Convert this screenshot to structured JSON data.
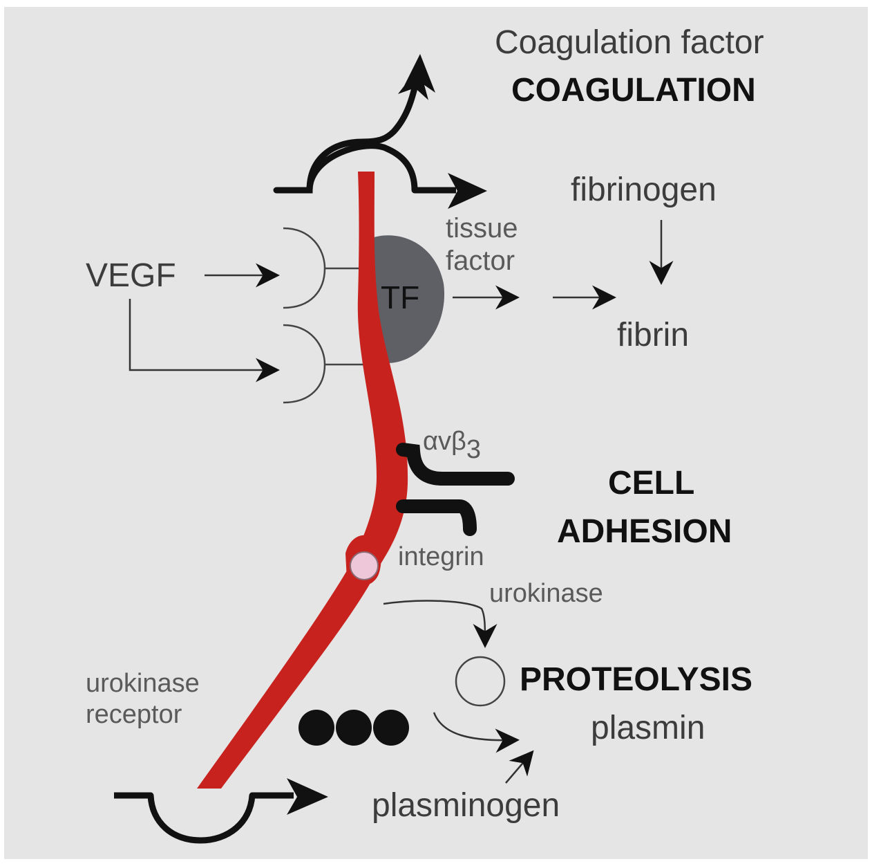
{
  "labels": {
    "coagulation_factor": "Coagulation factor",
    "coagulation": "COAGULATION",
    "fibrinogen": "fibrinogen",
    "tissue": "tissue",
    "factor": "factor",
    "tf": "TF",
    "vegf": "VEGF",
    "fibrin": "fibrin",
    "integrin_symbol": "αvβ",
    "integrin_subscript": "3",
    "cell": "CELL",
    "adhesion": "ADHESION",
    "integrin": "integrin",
    "urokinase": "urokinase",
    "urokinase_receptor_line1": "urokinase",
    "urokinase_receptor_line2": "receptor",
    "proteolysis": "PROTEOLYSIS",
    "plasmin": "plasmin",
    "plasminogen": "plasminogen"
  },
  "colors": {
    "background": "#e5e5e5",
    "membrane": "#c8221e",
    "tissue_factor": "#5f6066",
    "integrin_dot": "#eec8d8",
    "ink": "#111111"
  }
}
